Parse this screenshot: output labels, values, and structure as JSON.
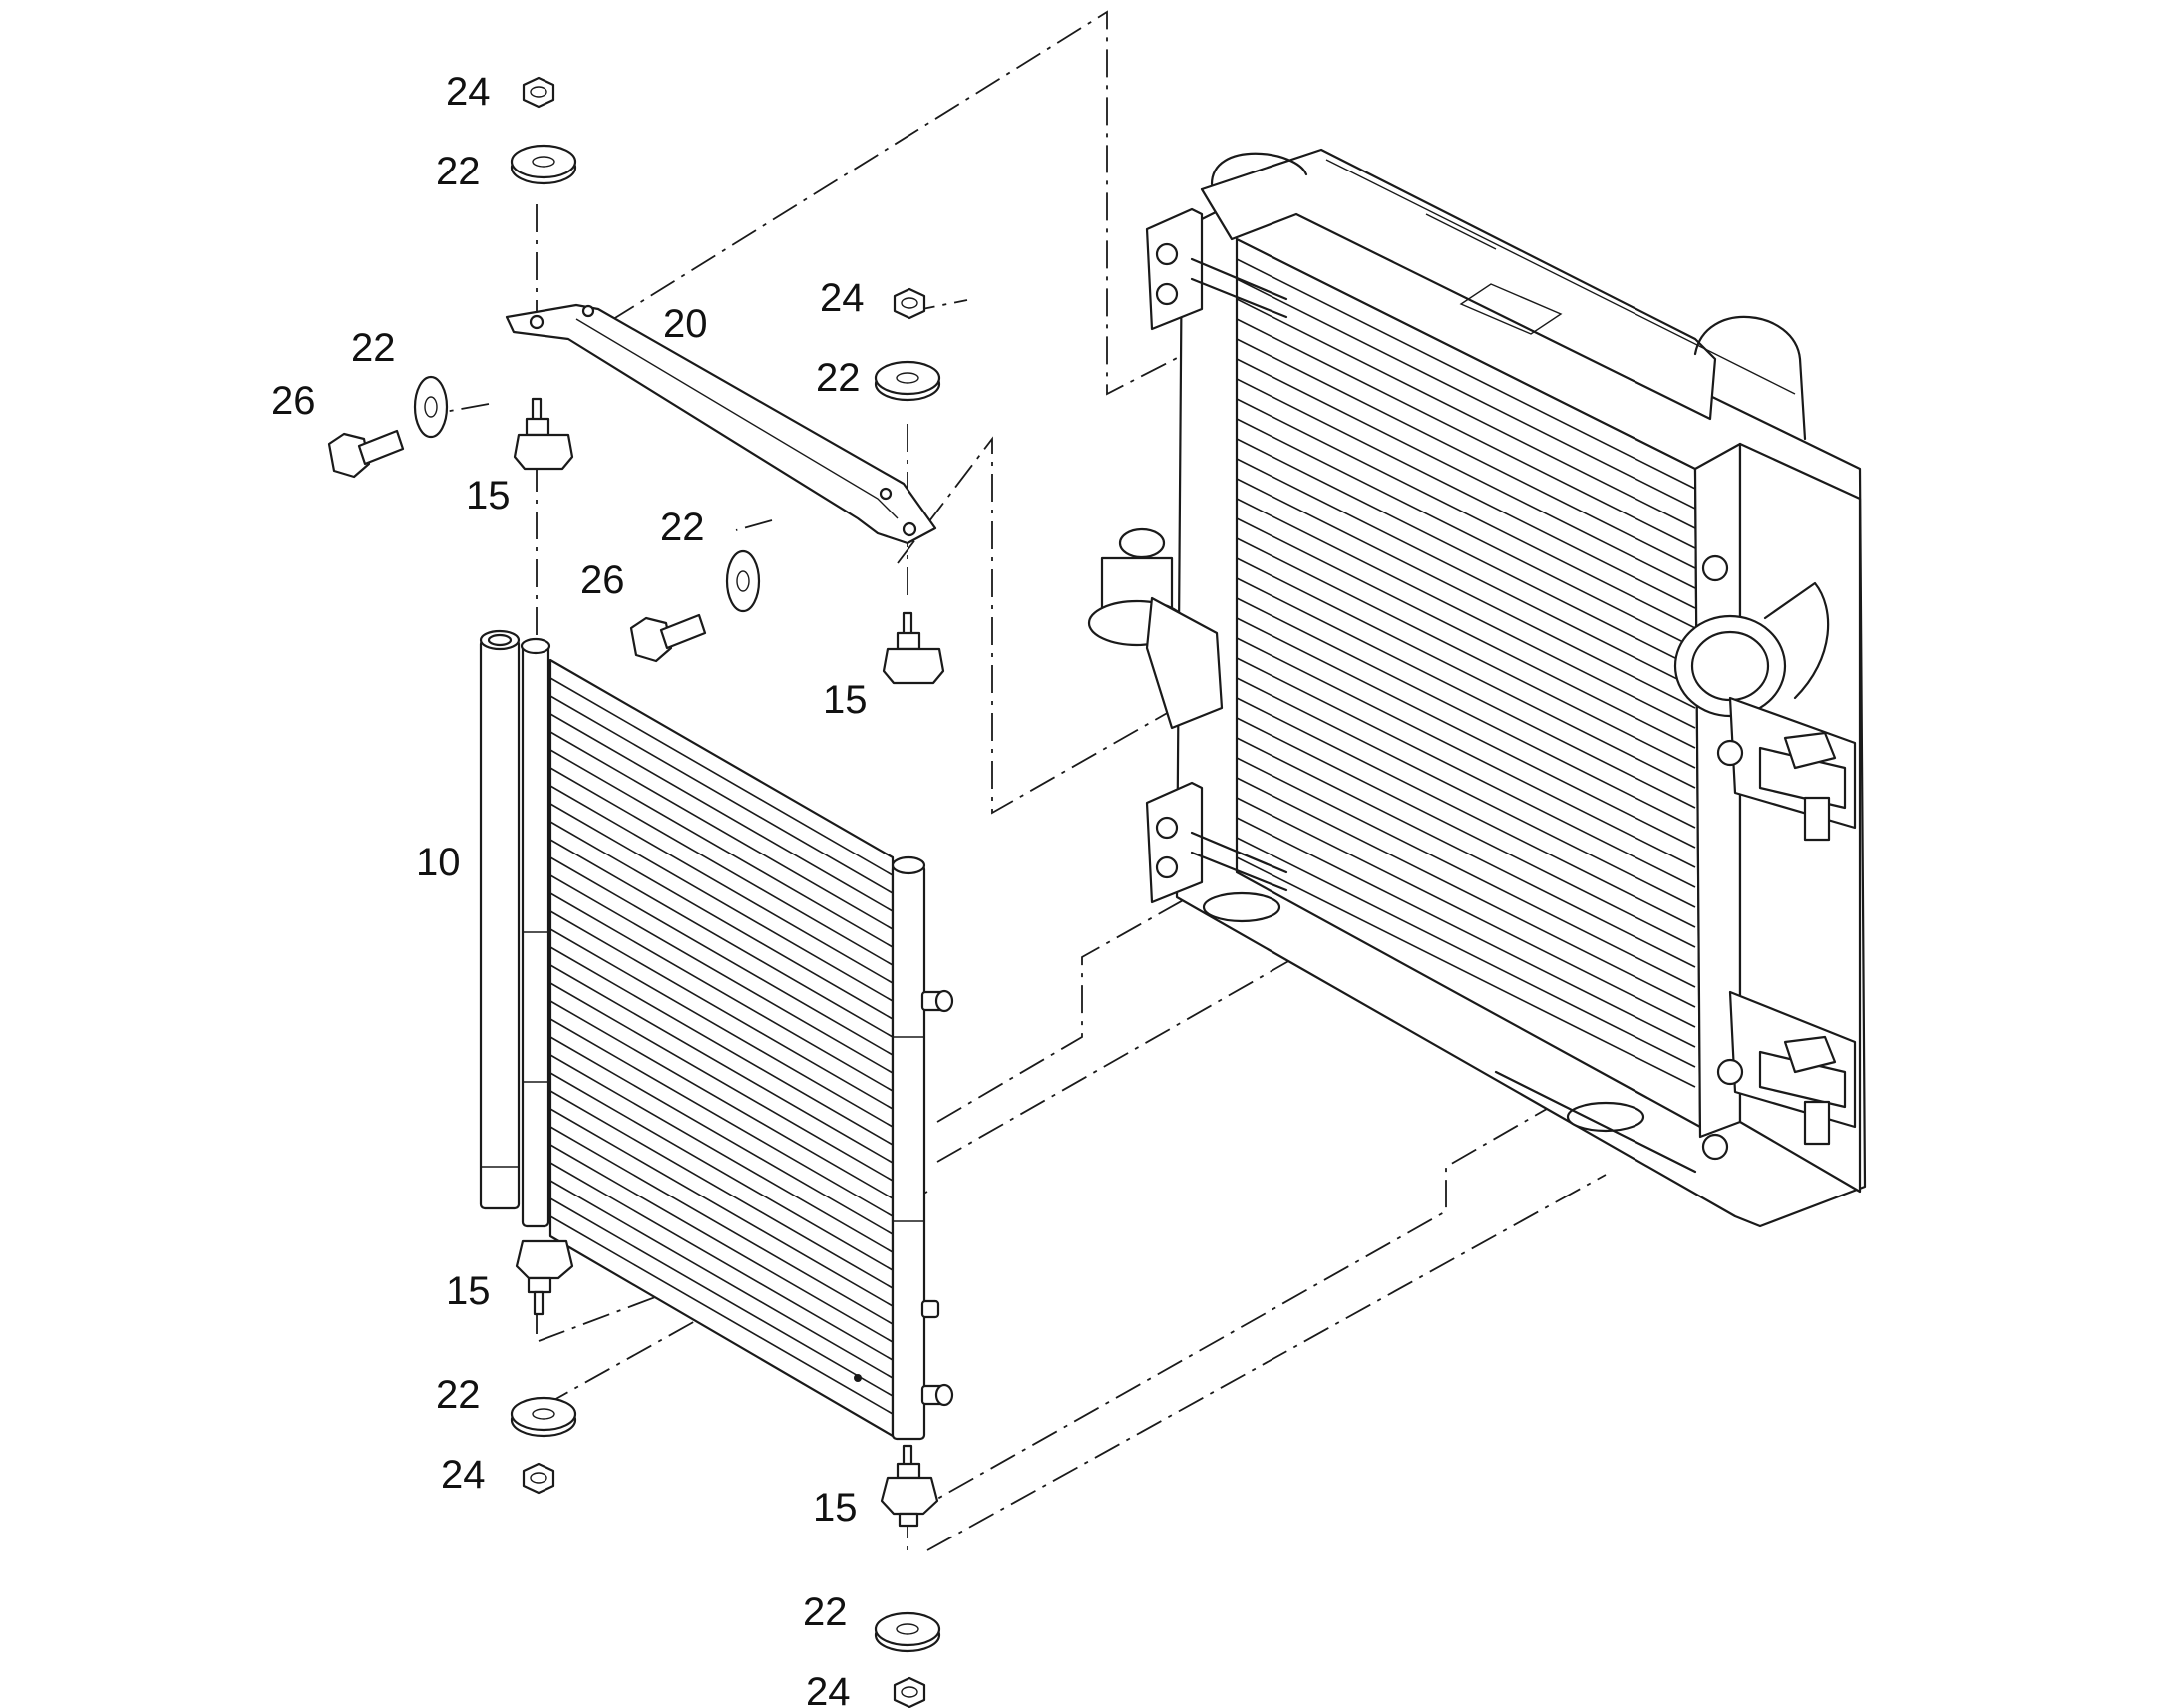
{
  "callouts": {
    "c1": "24",
    "c2": "22",
    "c3": "20",
    "c4": "22",
    "c5": "26",
    "c6": "15",
    "c7": "24",
    "c8": "22",
    "c9": "22",
    "c10": "26",
    "c11": "15",
    "c12": "10",
    "c13": "15",
    "c14": "22",
    "c15": "24",
    "c16": "15",
    "c17": "22",
    "c18": "24"
  },
  "colors": {
    "line": "#1a1a1a",
    "background": "#ffffff"
  }
}
